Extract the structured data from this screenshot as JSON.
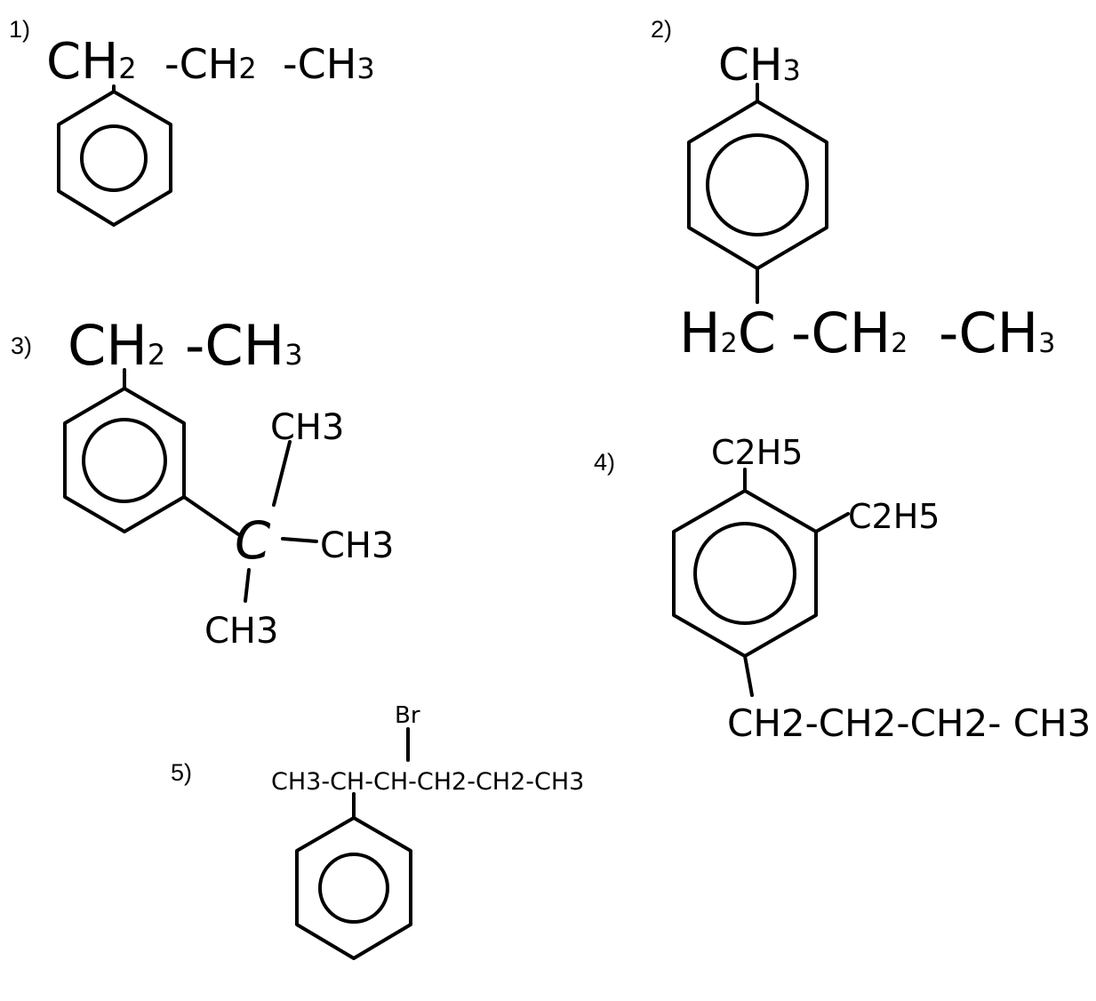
{
  "structures": [
    {
      "number": "1)",
      "groups": {
        "ch2a_main": "CH",
        "ch2a_sub": "2",
        "ch2b_main": "-CH",
        "ch2b_sub": "2",
        "ch3_main": "-CH",
        "ch3_sub": "3"
      }
    },
    {
      "number": "2)",
      "groups": {
        "top_main": "CH",
        "top_sub": "3",
        "h2c_main1": "H",
        "h2c_sub": "2",
        "h2c_main2": "C",
        "ch2_main": "-CH",
        "ch2_sub": "2",
        "ch3_main": "-CH",
        "ch3_sub": "3"
      }
    },
    {
      "number": "3)",
      "groups": {
        "ch2_main": "CH",
        "ch2_sub": "2",
        "ch3_main": "-CH",
        "ch3_sub": "3",
        "c_center": "C",
        "me1": "CH3",
        "me2": "CH3",
        "me3": "CH3"
      }
    },
    {
      "number": "4)",
      "groups": {
        "et1": "C2H5",
        "et2": "C2H5",
        "butyl": "CH2-CH2-CH2- CH3"
      }
    },
    {
      "number": "5)",
      "groups": {
        "br": "Br",
        "chain": "CH3-CH-CH-CH2-CH2-CH3"
      }
    }
  ]
}
